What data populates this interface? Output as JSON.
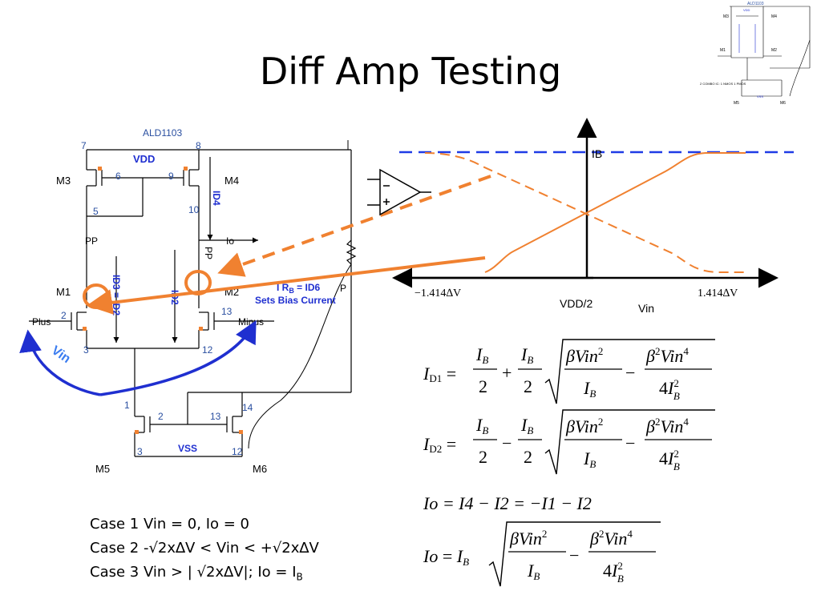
{
  "title": "Diff Amp Testing",
  "schematic": {
    "chip": "ALD1103",
    "vdd": "VDD",
    "vss": "VSS",
    "transistors": [
      "M3",
      "M4",
      "M1",
      "M2",
      "M5",
      "M6"
    ],
    "pins": [
      "7",
      "8",
      "6",
      "9",
      "5",
      "10",
      "2",
      "3",
      "13",
      "12",
      "1",
      "14"
    ],
    "pins_bottom": [
      "2",
      "13",
      "3",
      "12"
    ],
    "pp_left": "PP",
    "pp_right": "PP",
    "p_label": "P",
    "id4": "ID4",
    "id3_id2": "ID3 = ID2",
    "id2": "ID2",
    "io": "Io",
    "plus": "Plus",
    "minus": "Minus",
    "vin": "Vin",
    "bias_line1": "I R",
    "bias_sub": "B",
    "bias_line1_rest": " = ID6",
    "bias_line2": "Sets Bias Current"
  },
  "graph": {
    "ib_label": "IB",
    "x_min_label": "−1.414∆V",
    "x_max_label": "1.414∆V",
    "x_center_label": "VDD/2",
    "x_axis_label": "Vin"
  },
  "thumbnail": {
    "chip": "ALD1103",
    "labels": [
      "M3",
      "M4",
      "M1",
      "M2",
      "M5",
      "M6",
      "VDD",
      "VSS"
    ],
    "note": "2 COMBO IC: 1 NMOS 1 PMOS"
  },
  "equations": {
    "id1_lhs": "I",
    "id1_sub": "D1",
    "id2_sub": "D2",
    "io_line": "Io = I4 − I2 = −I1 − I2"
  },
  "cases": [
    "Case 1 Vin = 0, Io = 0",
    "Case 2 -√2x∆V < Vin < +√2x∆V",
    "Case 3 Vin > | √2x∆V|;  Io = I"
  ],
  "case3_sub": "B",
  "colors": {
    "orange": "#F08130",
    "blue": "#1F2FD0",
    "dashed_blue": "#1F3BE6",
    "schematic_blue": "#2A4FA0",
    "text_blue": "#1F2FD0"
  }
}
